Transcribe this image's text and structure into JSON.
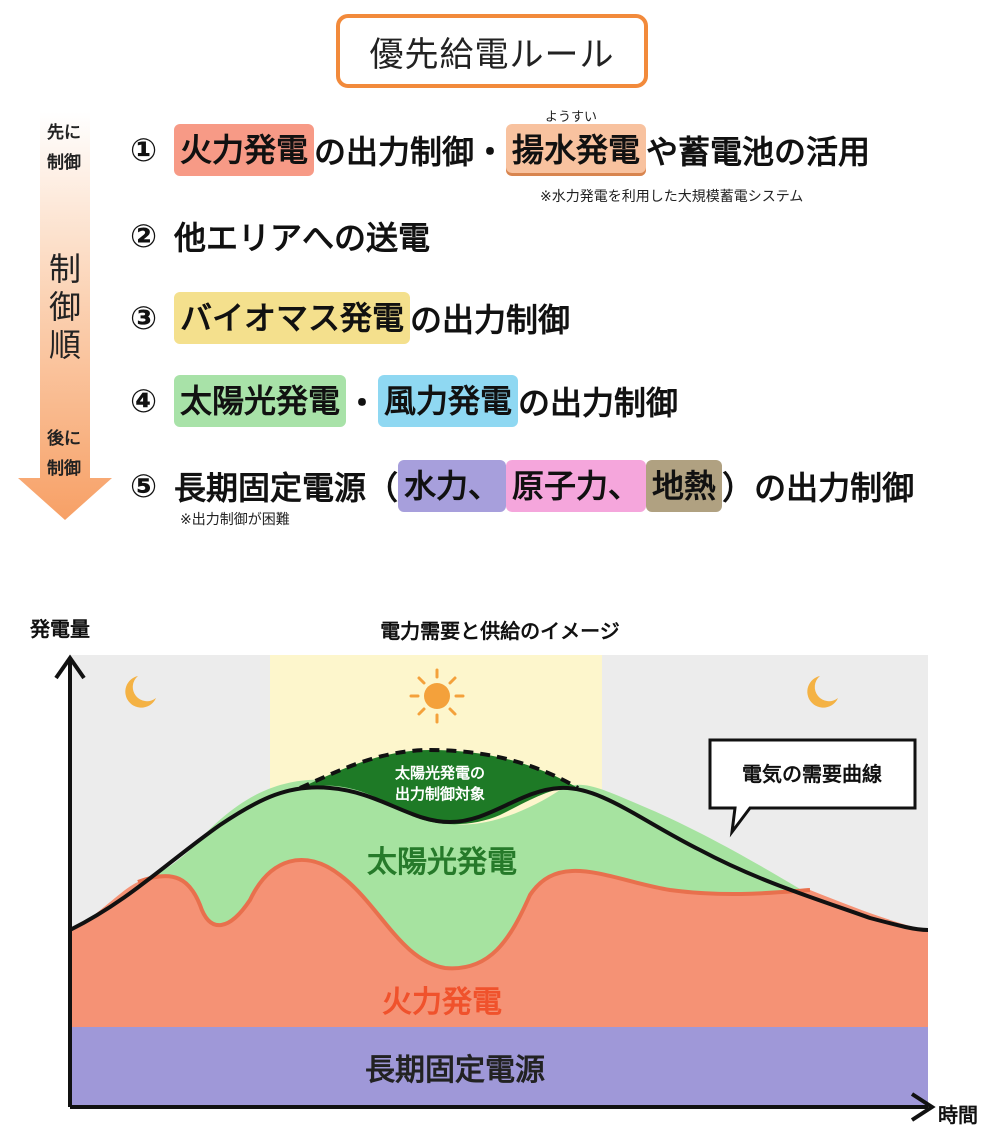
{
  "title": "優先給電ルール",
  "side_labels": {
    "first": [
      "先に",
      "制御"
    ],
    "order": [
      "制",
      "御",
      "順"
    ],
    "last": [
      "後に",
      "制御"
    ]
  },
  "rules": [
    {
      "num": "①",
      "parts": [
        {
          "text": "火力発電",
          "hl": "#f79a86"
        },
        {
          "text": "の出力制御・"
        },
        {
          "text": "揚水発電",
          "hl": "#f8c29f",
          "underline": true
        },
        {
          "text": "や蓄電池の活用"
        }
      ]
    },
    {
      "num": "②",
      "parts": [
        {
          "text": "他エリアへの送電"
        }
      ]
    },
    {
      "num": "③",
      "parts": [
        {
          "text": "バイオマス発電",
          "hl": "#f4e08d"
        },
        {
          "text": "の出力制御"
        }
      ]
    },
    {
      "num": "④",
      "parts": [
        {
          "text": "太陽光発電",
          "hl": "#a8e2a8"
        },
        {
          "text": "・"
        },
        {
          "text": "風力発電",
          "hl": "#8fd8f2"
        },
        {
          "text": "の出力制御"
        }
      ]
    },
    {
      "num": "⑤",
      "parts": [
        {
          "text": "長期固定電源（"
        },
        {
          "text": "水力、",
          "hl": "#a79fdc"
        },
        {
          "text": "原子力、",
          "hl": "#f5a6dc"
        },
        {
          "text": "地熱",
          "hl": "#b0a181"
        },
        {
          "text": "）の出力制御"
        }
      ]
    }
  ],
  "ruby_yousui": "ようすい",
  "note_pumped": "※水力発電を利用した大規模蓄電システム",
  "note_fixed": "※出力制御が困難",
  "chart": {
    "title": "電力需要と供給のイメージ",
    "y_label": "発電量",
    "x_label": "時間",
    "callout": "電気の需要曲線",
    "solar_curtail_lines": [
      "太陽光発電の",
      "出力制御対象"
    ],
    "solar_label": "太陽光発電",
    "thermal_label": "火力発電",
    "fixed_label": "長期固定電源",
    "colors": {
      "fixed": "#9f98d8",
      "thermal": "#f59275",
      "thermal_label": "#f0522c",
      "solar": "#a6e3a0",
      "solar_label": "#267a2a",
      "curtail": "#1e7a26",
      "night_bg": "#ececec",
      "day_bg": "#fdf6cc",
      "sun": "#f4a13b",
      "moon": "#f4b244"
    }
  }
}
